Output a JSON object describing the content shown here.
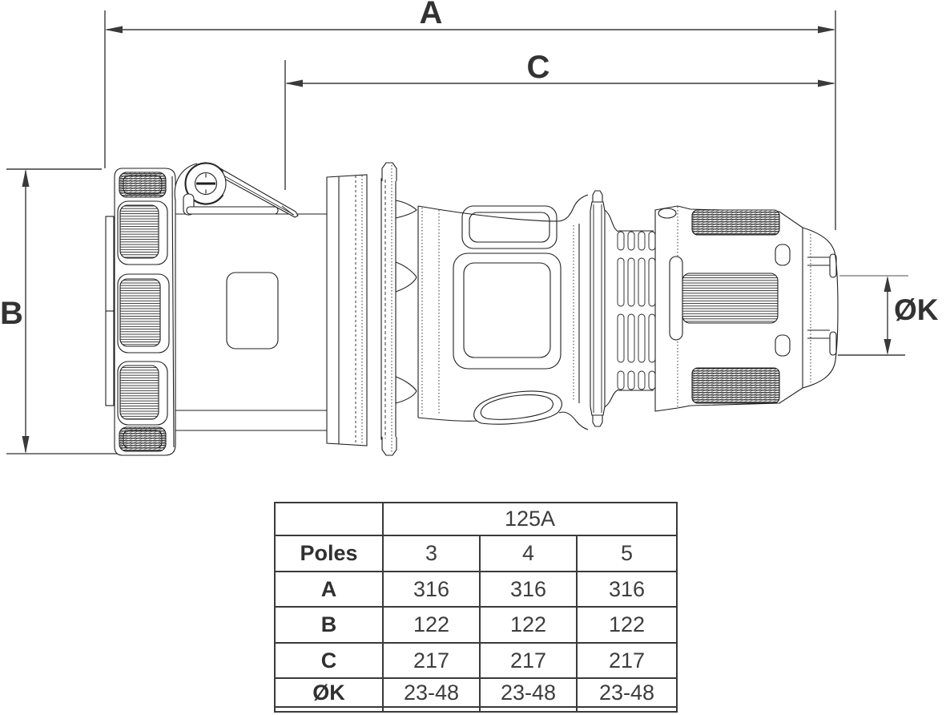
{
  "drawing": {
    "dim_a_label": "A",
    "dim_b_label": "B",
    "dim_c_label": "C",
    "dim_k_label": "ØK",
    "view": "side-view-technical-drawing-of-cee-industrial-connector-coupler"
  },
  "table": {
    "corner": "",
    "amperage_header": "125A",
    "rows": [
      {
        "label": "Poles",
        "values": [
          "3",
          "4",
          "5"
        ]
      },
      {
        "label": "A",
        "values": [
          "316",
          "316",
          "316"
        ]
      },
      {
        "label": "B",
        "values": [
          "122",
          "122",
          "122"
        ]
      },
      {
        "label": "C",
        "values": [
          "217",
          "217",
          "217"
        ]
      },
      {
        "label": "ØK",
        "values": [
          "23-48",
          "23-48",
          "23-48"
        ]
      }
    ]
  },
  "colors": {
    "line": "#1f1f1f",
    "dimension_line": "#3a3a3a",
    "label_text": "#333333",
    "table_border": "#3a3a3a",
    "table_text": "#3d3d3d",
    "background": "#ffffff"
  }
}
